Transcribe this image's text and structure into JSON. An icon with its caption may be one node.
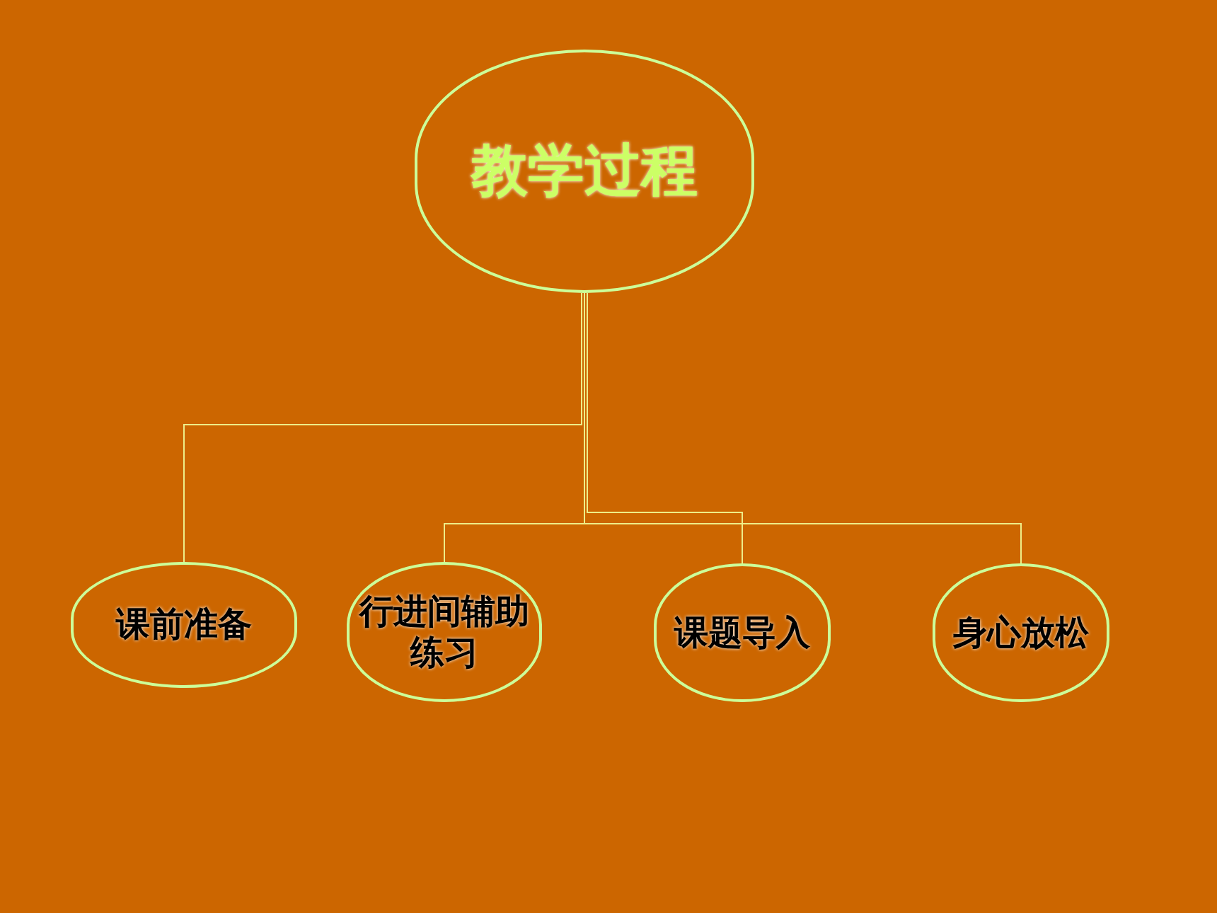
{
  "diagram": {
    "nodes": [
      {
        "text": [
          "教学过程"
        ]
      },
      {
        "text": [
          "课前准备"
        ]
      },
      {
        "text": [
          "行进间辅助练习"
        ]
      },
      {
        "text": [
          "课题导入"
        ]
      },
      {
        "text": [
          "身心放松"
        ]
      }
    ],
    "edges": [
      {
        "from": 0,
        "to": 1,
        "arrow": "none"
      },
      {
        "from": 0,
        "to": 2,
        "arrow": "none"
      },
      {
        "from": 0,
        "to": 3,
        "arrow": "none"
      },
      {
        "from": 0,
        "to": 4,
        "arrow": "none"
      }
    ]
  }
}
